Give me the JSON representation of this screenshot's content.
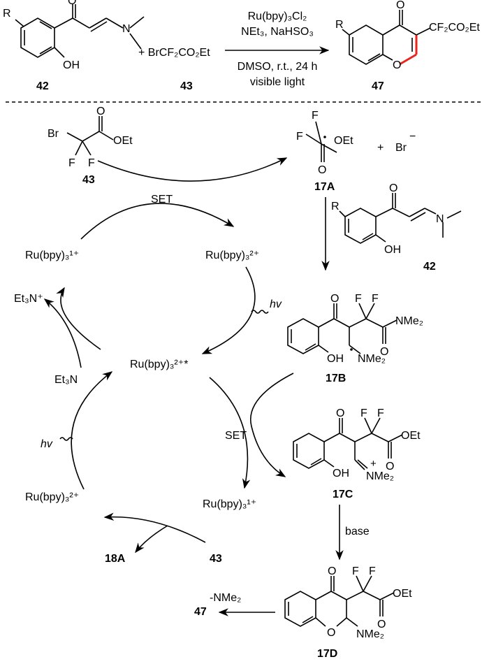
{
  "top_reaction": {
    "reactant_42": "42",
    "reactant_43": "43",
    "reagent_text": "+ BrCF₂CO₂Et",
    "substituent_R": "R",
    "oh": "OH",
    "nme2_top": "N",
    "conditions": [
      "Ru(bpy)₃Cl₂",
      "NEt₃, NaHSO₃",
      "DMSO, r.t., 24 h",
      "visible light"
    ],
    "product_47": "47",
    "product_group": "CF₂CO₂Et",
    "product_O": "O",
    "product_O_ring": "O",
    "ketone_O": "O",
    "product_color": "#e8261c"
  },
  "mechanism": {
    "cmpd43": {
      "label": "43",
      "Br": "Br",
      "F1": "F",
      "F2": "F",
      "OEt": "OEt",
      "O": "O"
    },
    "radical17A": {
      "label": "17A",
      "F1": "F",
      "F2": "F",
      "OEt": "OEt",
      "O": "O",
      "plus": "+",
      "Br": "Br",
      "minus": "−"
    },
    "cmpd42": {
      "label": "42",
      "R": "R",
      "OH": "OH",
      "O": "O",
      "N": "N"
    },
    "int17B": {
      "label": "17B",
      "O": "O",
      "F1": "F",
      "F2": "F",
      "NMe2a": "NMe₂",
      "O2": "O",
      "OH": "OH",
      "NMe2b": "NMe₂"
    },
    "int17C": {
      "label": "17C",
      "O": "O",
      "F1": "F",
      "F2": "F",
      "OEt": "OEt",
      "O2": "O",
      "OH": "OH",
      "NMe2": "NMe₂",
      "plus": "+"
    },
    "int17D": {
      "label": "17D",
      "O": "O",
      "F1": "F",
      "F2": "F",
      "OEt": "OEt",
      "O2": "O",
      "Oring": "O",
      "NMe2": "NMe₂"
    },
    "ru_top_left": "Ru(bpy)₃¹⁺",
    "ru_top_right": "Ru(bpy)₃²⁺",
    "ru_center": "Ru(bpy)₃²⁺*",
    "ru_bottom_left": "Ru(bpy)₃²⁺",
    "ru_bottom_right": "Ru(bpy)₃¹⁺",
    "set_top": "SET",
    "set_bottom": "SET",
    "hv_right": "hv",
    "hv_left": "hv",
    "et3nh": "Et₃N⁺",
    "et3n": "Et₃N",
    "label_18A": "18A",
    "label_43b": "43",
    "base": "base",
    "final_product": "47",
    "final_loss": "-NMe₂"
  }
}
